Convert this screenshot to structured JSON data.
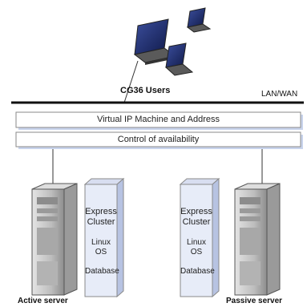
{
  "network": {
    "users_label": "CG36 Users",
    "lan_label": "LAN/WAN"
  },
  "layers": {
    "virtual_ip": "Virtual IP Machine and Address",
    "availability": "Control of availability"
  },
  "active_server": {
    "label": "Active server",
    "stack": {
      "line1": "Express",
      "line2": "Cluster",
      "os": "Linux OS",
      "db": "Database"
    }
  },
  "passive_server": {
    "label": "Passive server",
    "stack": {
      "line1": "Express",
      "line2": "Cluster",
      "os": "Linux OS",
      "db": "Database"
    }
  },
  "colors": {
    "bar_fill": "#ffffff",
    "bar_shadow": "#c9d4ec",
    "bar_border": "#8a8a8a",
    "stack_fill": "#e7ecf8",
    "stack_side": "#b7c3e2",
    "laptop_screen": "#1f2f73",
    "laptop_body": "#505050",
    "server_body": "#c8c8c8"
  },
  "icons": [
    "laptop-icon",
    "server-tower-icon"
  ]
}
